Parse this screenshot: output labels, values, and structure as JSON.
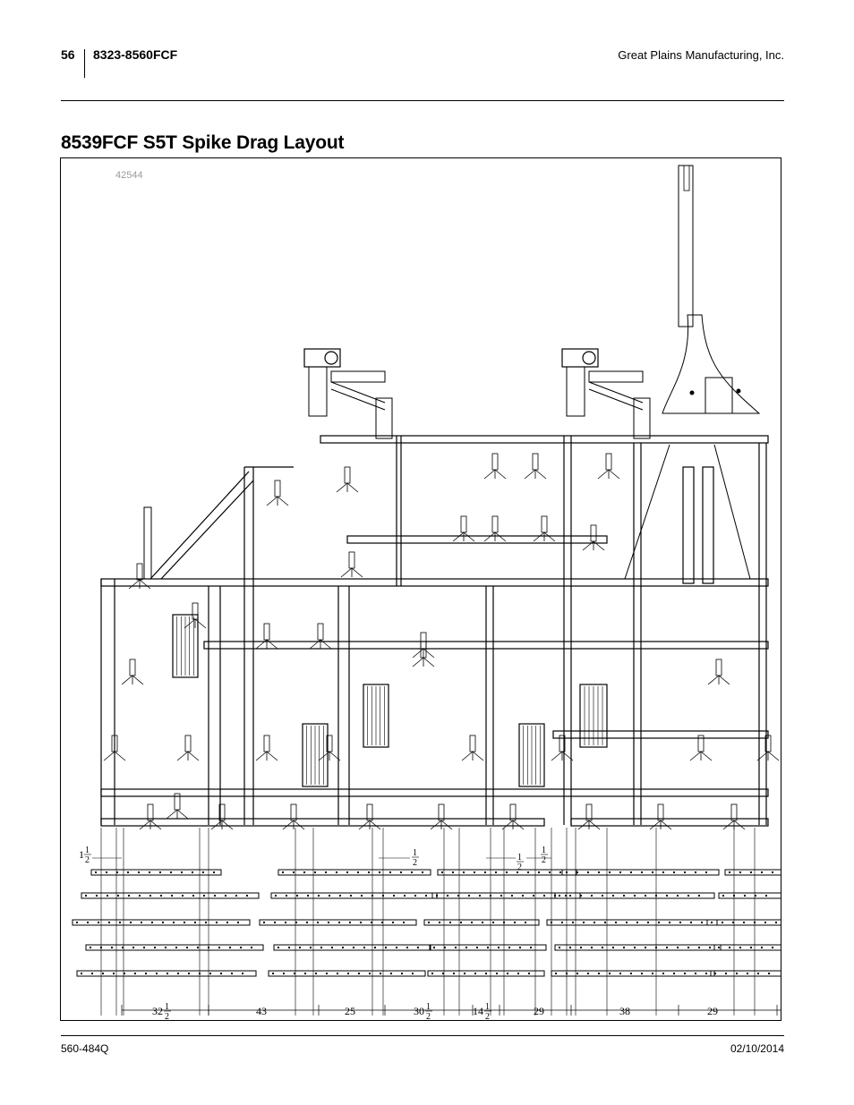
{
  "header": {
    "page_number": "56",
    "model": "8323-8560FCF",
    "company": "Great Plains Manufacturing, Inc."
  },
  "section": {
    "title": "8539FCF S5T Spike Drag Layout"
  },
  "figure": {
    "id": "42544",
    "dimension_labels": [
      {
        "whole": "",
        "num": "1",
        "den": "2",
        "prefix": "1"
      },
      {
        "whole": "",
        "num": "1",
        "den": "2",
        "prefix": ""
      },
      {
        "whole": "",
        "num": "1",
        "den": "2",
        "prefix": ""
      },
      {
        "whole": "",
        "num": "1",
        "den": "2",
        "prefix": ""
      }
    ],
    "bottom_dimensions": [
      {
        "value": "32",
        "frac": true
      },
      {
        "value": "43",
        "frac": false
      },
      {
        "value": "25",
        "frac": false
      },
      {
        "value": "30",
        "frac": true
      },
      {
        "value": "14",
        "frac": true
      },
      {
        "value": "29",
        "frac": false
      },
      {
        "value": "38",
        "frac": false
      },
      {
        "value": "29",
        "frac": false
      }
    ]
  },
  "footer": {
    "doc_number": "560-484Q",
    "date": "02/10/2014"
  }
}
